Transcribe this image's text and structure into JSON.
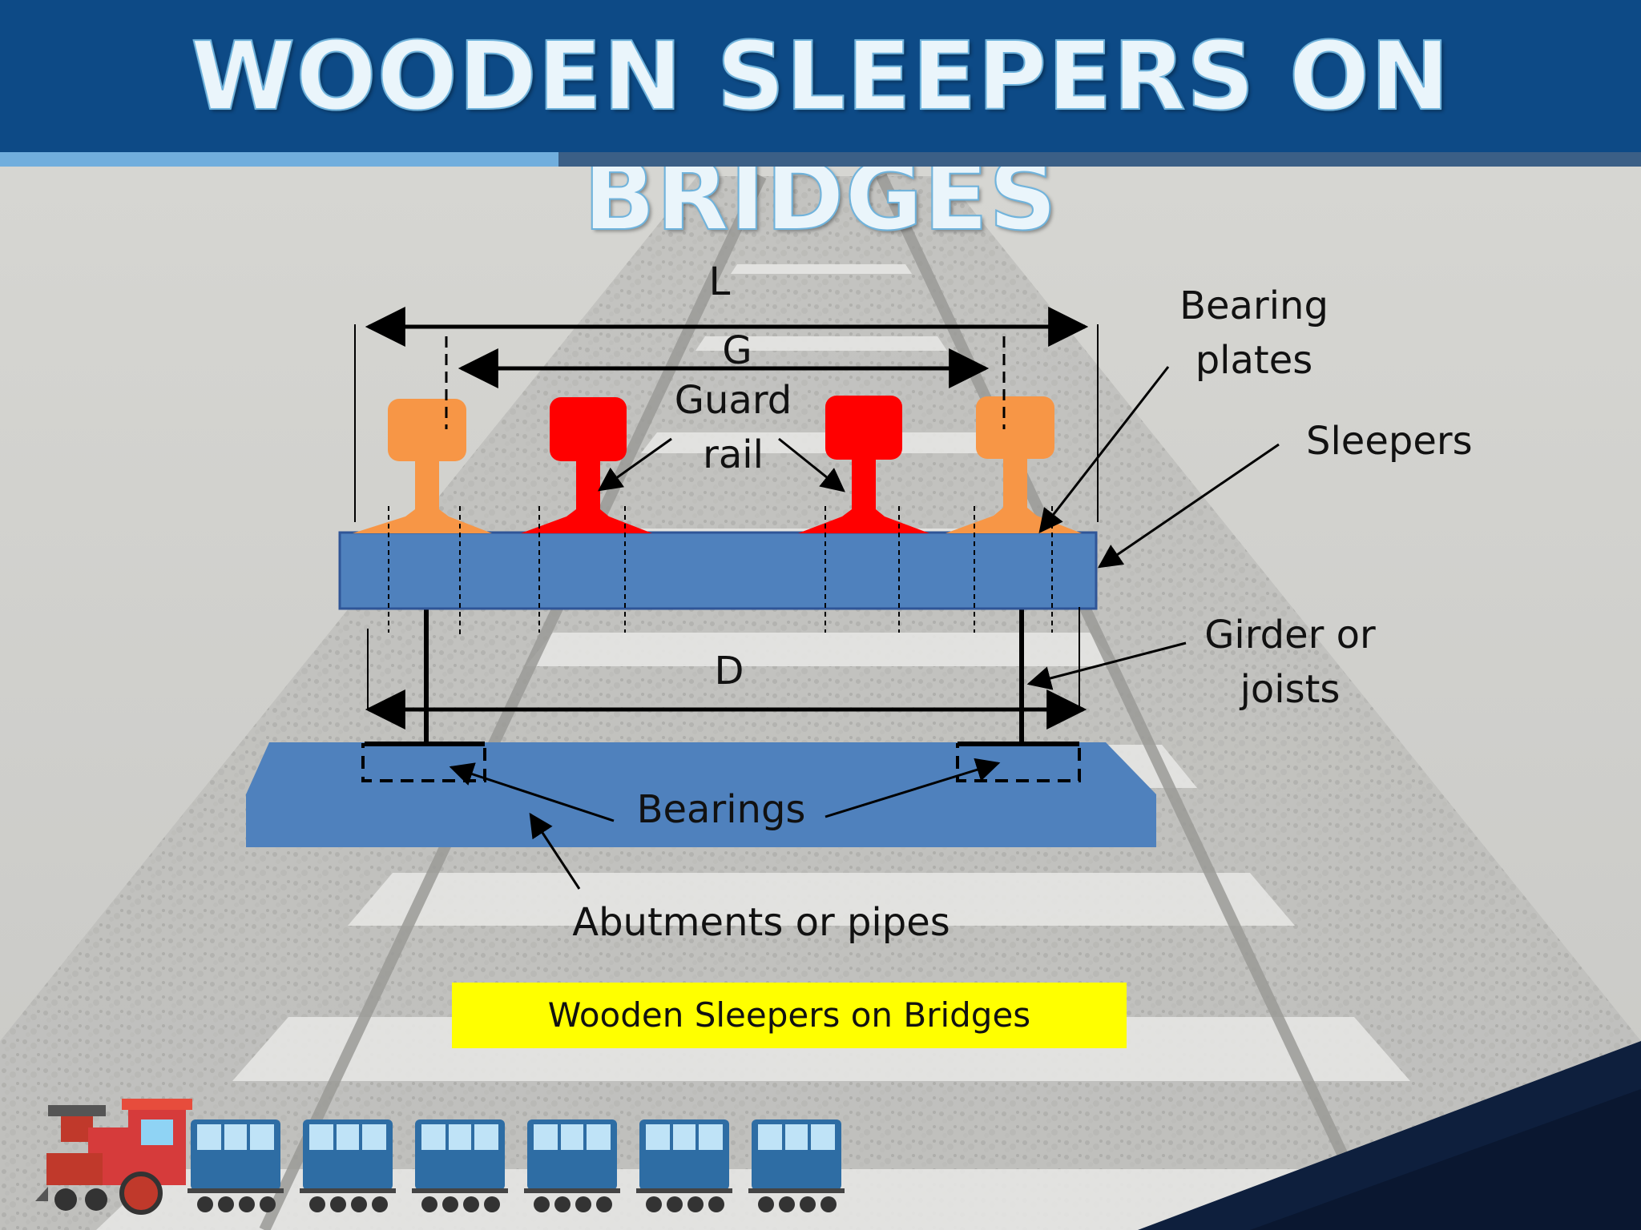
{
  "slide": {
    "title": "WOODEN SLEEPERS ON BRIDGES",
    "caption": "Wooden Sleepers on Bridges"
  },
  "labels": {
    "L": "L",
    "G": "G",
    "guard_rail_line1": "Guard",
    "guard_rail_line2": "rail",
    "bearing_plates_line1": "Bearing",
    "bearing_plates_line2": "plates",
    "sleepers": "Sleepers",
    "girder_line1": "Girder or",
    "girder_line2": "joists",
    "D": "D",
    "bearings": "Bearings",
    "abutments": "Abutments or pipes"
  },
  "colors": {
    "header_bg": "#0d4a86",
    "sleeper_blue": "#4f81bd",
    "main_rail": "#f79646",
    "guard_rail": "#ff0000",
    "caption_bg": "#ffff00"
  }
}
